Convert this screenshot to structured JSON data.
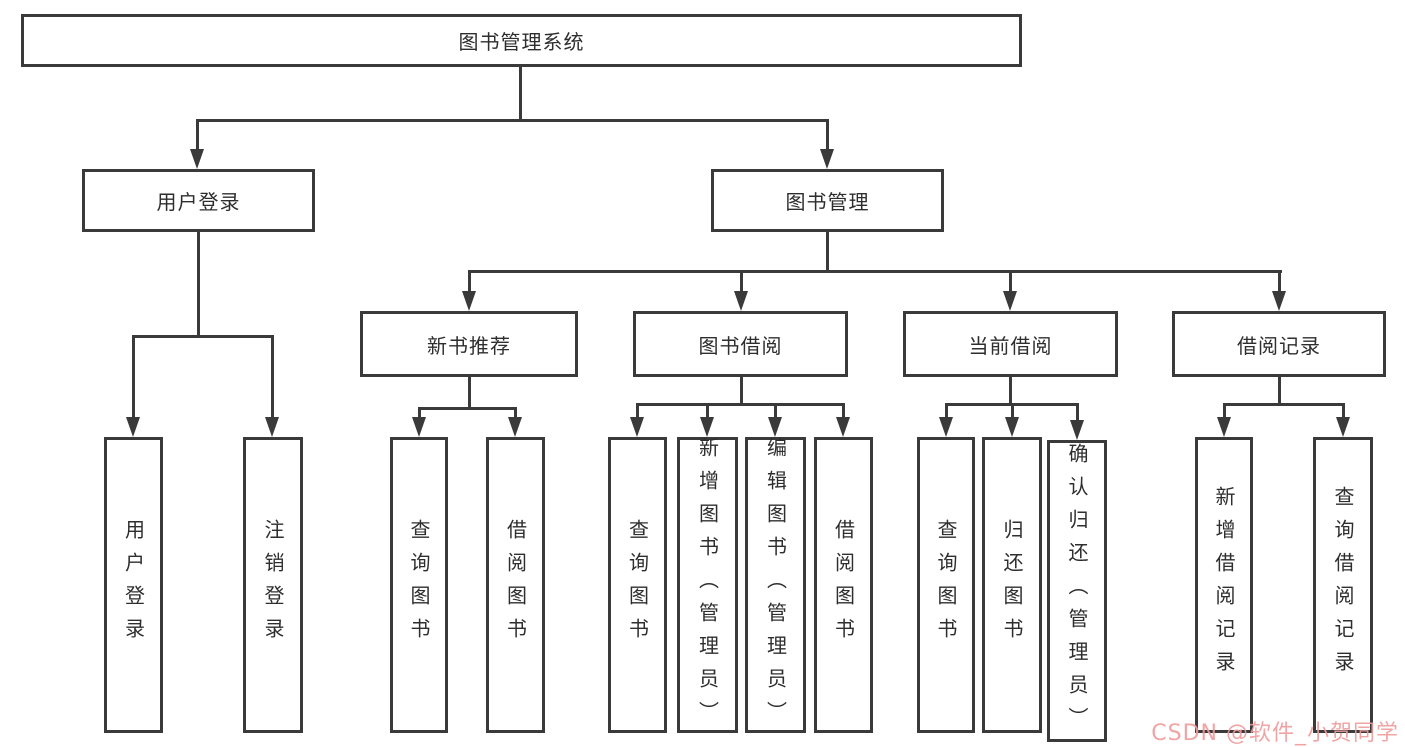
{
  "diagram": {
    "root": {
      "label": "图书管理系统"
    },
    "level2": [
      {
        "label": "用户登录"
      },
      {
        "label": "图书管理"
      }
    ],
    "level3": [
      {
        "label": "新书推荐"
      },
      {
        "label": "图书借阅"
      },
      {
        "label": "当前借阅"
      },
      {
        "label": "借阅记录"
      }
    ],
    "leaves": {
      "user_login": [
        "用户登录",
        "注销登录"
      ],
      "new_book_recommend": [
        "查询图书",
        "借阅图书"
      ],
      "book_borrow": [
        "查询图书",
        "新增图书（管理员）",
        "编辑图书（管理员）",
        "借阅图书"
      ],
      "current_borrow": [
        "查询图书",
        "归还图书",
        "确认归还（管理员）"
      ],
      "borrow_record": [
        "新增借阅记录",
        "查询借阅记录"
      ]
    }
  },
  "watermark": {
    "text": "CSDN @软件_小贺同学",
    "color": "rgba(238,155,155,0.9)"
  },
  "colors": {
    "line": "#3a3a3a",
    "background": "#ffffff"
  }
}
